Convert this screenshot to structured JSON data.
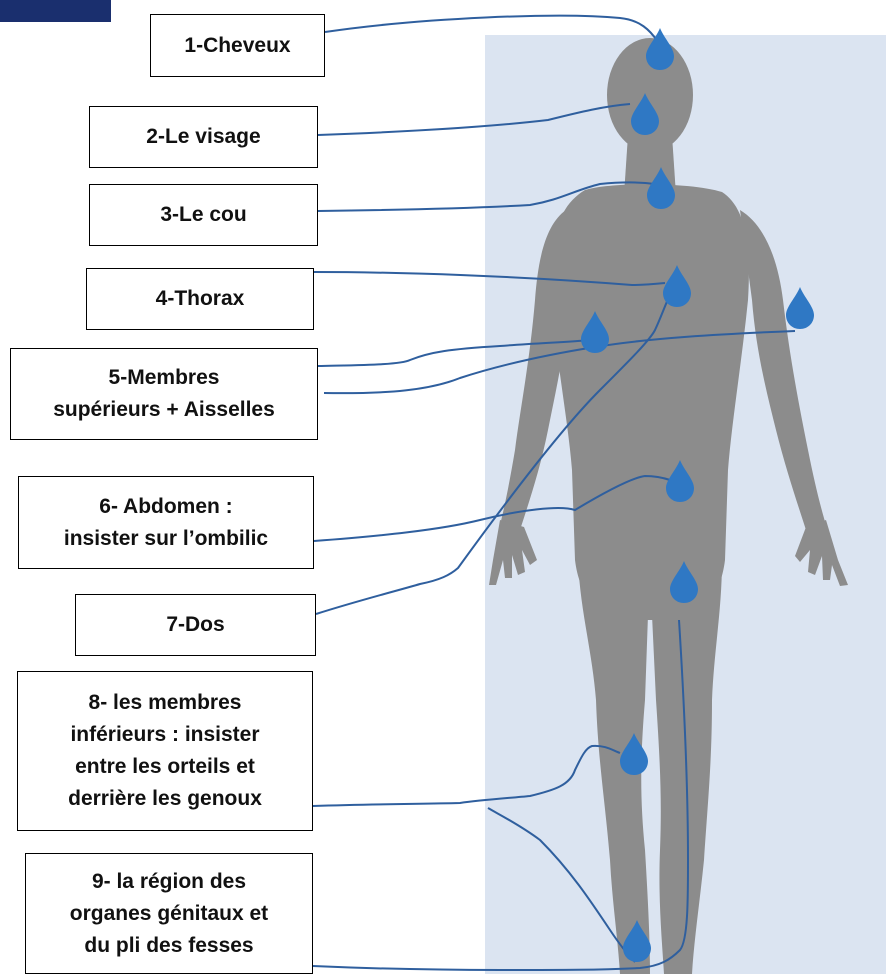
{
  "labels": [
    "1-Cheveux",
    "2-Le visage",
    "3-Le cou",
    "4-Thorax",
    "5-Membres\nsupérieurs + Aisselles",
    "6- Abdomen :\ninsister sur l’ombilic",
    "7-Dos",
    "8- les membres\ninférieurs : insister\nentre les orteils et\nderrière les genoux",
    "9- la région des\norganes génitaux et\ndu pli des fesses"
  ],
  "colors": {
    "panel": "#dbe4f1",
    "silhouette": "#8c8c8c",
    "drop": "#2f78c4",
    "line": "#2f5f9e",
    "corner": "#1a2f6e"
  },
  "icons": [
    "water-drop-icon",
    "human-silhouette"
  ]
}
